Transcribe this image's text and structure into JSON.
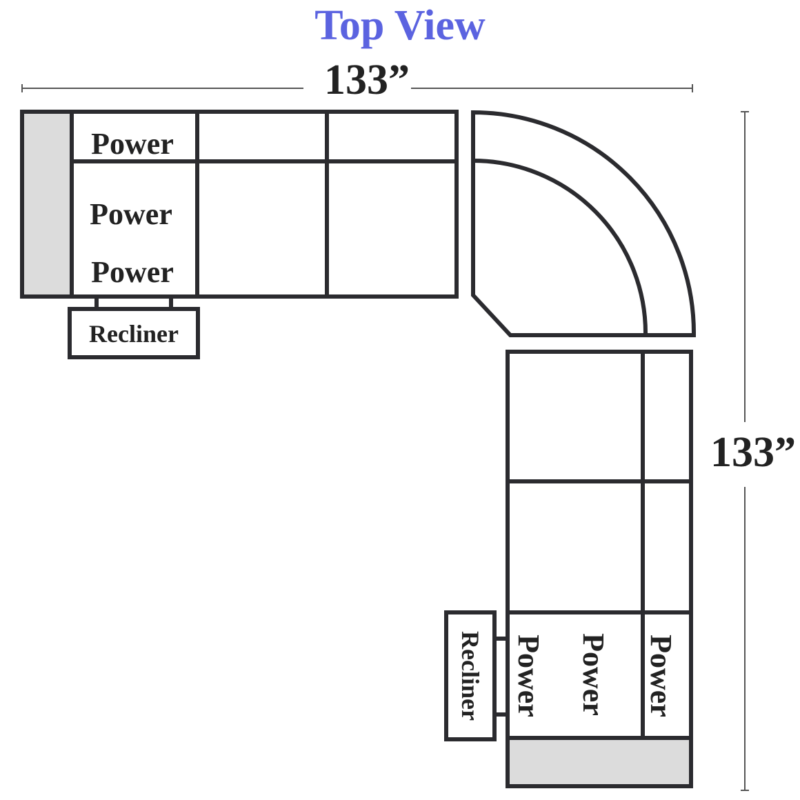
{
  "title": "Top View",
  "title_color": "#5b63e0",
  "width_dimension": "133”",
  "depth_dimension": "133”",
  "top_section": {
    "labels": [
      "Power",
      "Power",
      "Power"
    ],
    "recliner_label": "Recliner"
  },
  "right_section": {
    "labels": [
      "Power",
      "Power",
      "Power"
    ],
    "recliner_label": "Recliner"
  }
}
